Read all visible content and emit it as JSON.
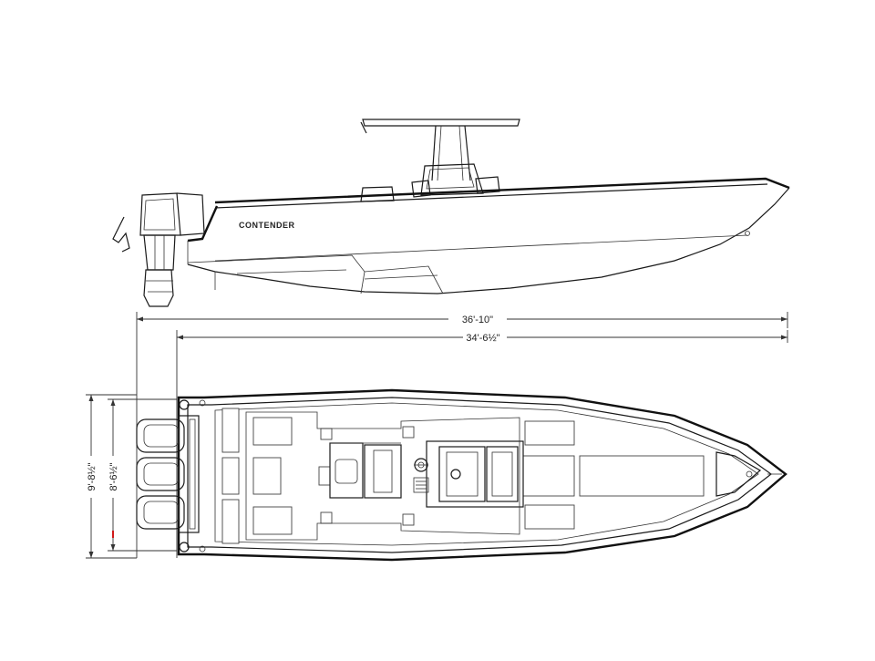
{
  "profile_view": {
    "logo_text": "CONTENDER"
  },
  "dimensions": {
    "overall_length": "36'-10\"",
    "hull_length": "34'-6½\"",
    "overall_beam": "9'-8½\"",
    "hull_beam": "8'-6½\""
  },
  "colors": {
    "line": "#1a1a1a",
    "background": "#ffffff",
    "accent_mark": "#d11a1a"
  }
}
